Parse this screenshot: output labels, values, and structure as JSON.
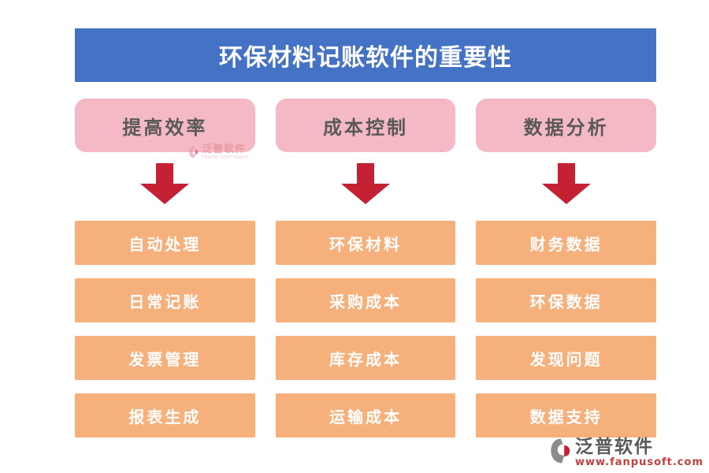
{
  "title": "环保材料记账软件的重要性",
  "columns": [
    {
      "header": "提高效率",
      "items": [
        "自动处理",
        "日常记账",
        "发票管理",
        "报表生成"
      ]
    },
    {
      "header": "成本控制",
      "items": [
        "环保材料",
        "采购成本",
        "库存成本",
        "运输成本"
      ]
    },
    {
      "header": "数据分析",
      "items": [
        "财务数据",
        "环保数据",
        "发现问题",
        "数据支持"
      ]
    }
  ],
  "watermark": {
    "brand": "泛普软件",
    "brand_sub": "FANPU SOFTWARE"
  },
  "footer": {
    "brand": "泛普软件",
    "url": "www.fanpusoft.com"
  },
  "colors": {
    "header_bg": "#4472C4",
    "header_text": "#FFFFFF",
    "category_bg": "#F4B9C4",
    "category_text": "#595959",
    "item_bg": "#F5B07C",
    "item_text": "#FFFFFF",
    "arrow": "#C42132",
    "footer_brand_text": "#595959",
    "footer_url_text": "#C04040"
  }
}
